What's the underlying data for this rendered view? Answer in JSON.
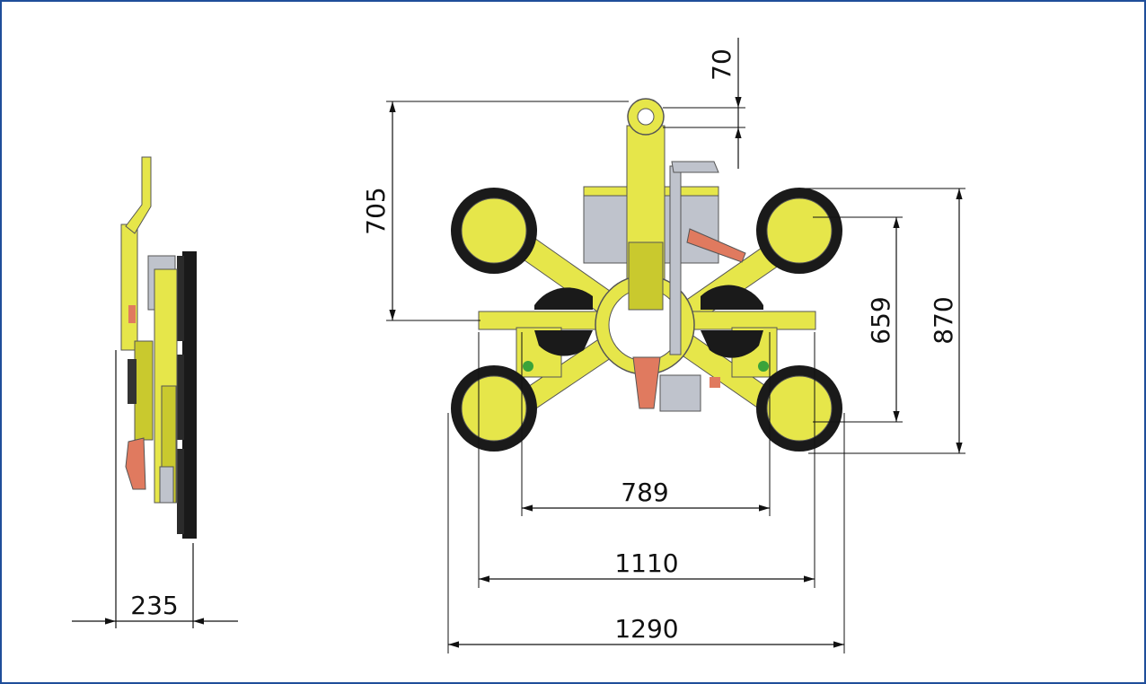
{
  "colors": {
    "frame": "#1f4e9a",
    "frame_yellow": "#e6e64a",
    "frame_yellow_dark": "#c9c92e",
    "suction_pad_black": "#1a1a1a",
    "panel_grey": "#bfc3cc",
    "handle_red": "#e07a5f",
    "indicator_green": "#3aa33a",
    "dim_line": "#111111"
  },
  "dimensions": {
    "side_width": "235",
    "top_offset": "70",
    "eye_height": "705",
    "pad_row_inner": "659",
    "pad_row_outer": "870",
    "inner_span": "789",
    "mid_span": "1110",
    "overall_span": "1290"
  }
}
